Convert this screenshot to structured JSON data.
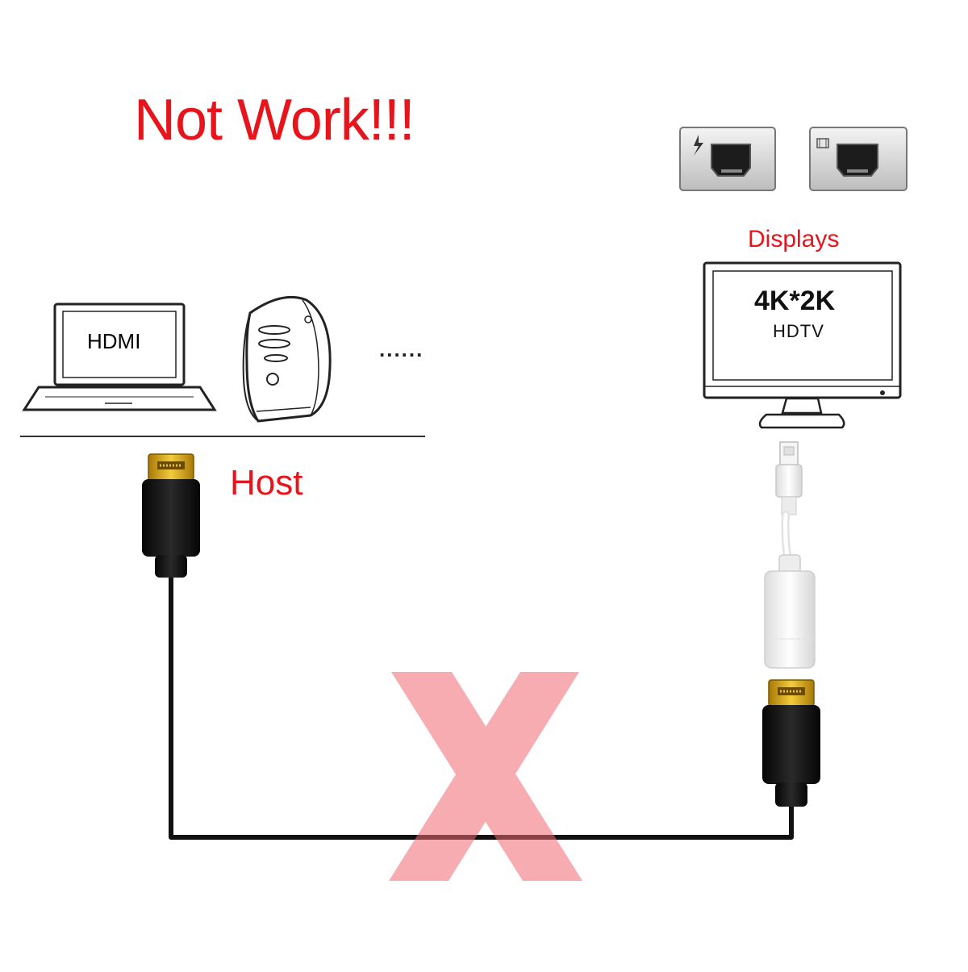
{
  "headline": "Not Work!!!",
  "labels": {
    "host": "Host",
    "displays": "Displays",
    "laptop_screen": "HDMI",
    "display_resolution": "4K*2K",
    "display_type": "HDTV",
    "more_devices": "......"
  },
  "ports": [
    {
      "icon": "thunderbolt-icon"
    },
    {
      "icon": "mini-displayport-icon"
    }
  ],
  "colors": {
    "label_red": "#e8141c",
    "cross_pink": "#f07c80",
    "connector_gold": "#d4a017",
    "cable_black": "#111111"
  }
}
